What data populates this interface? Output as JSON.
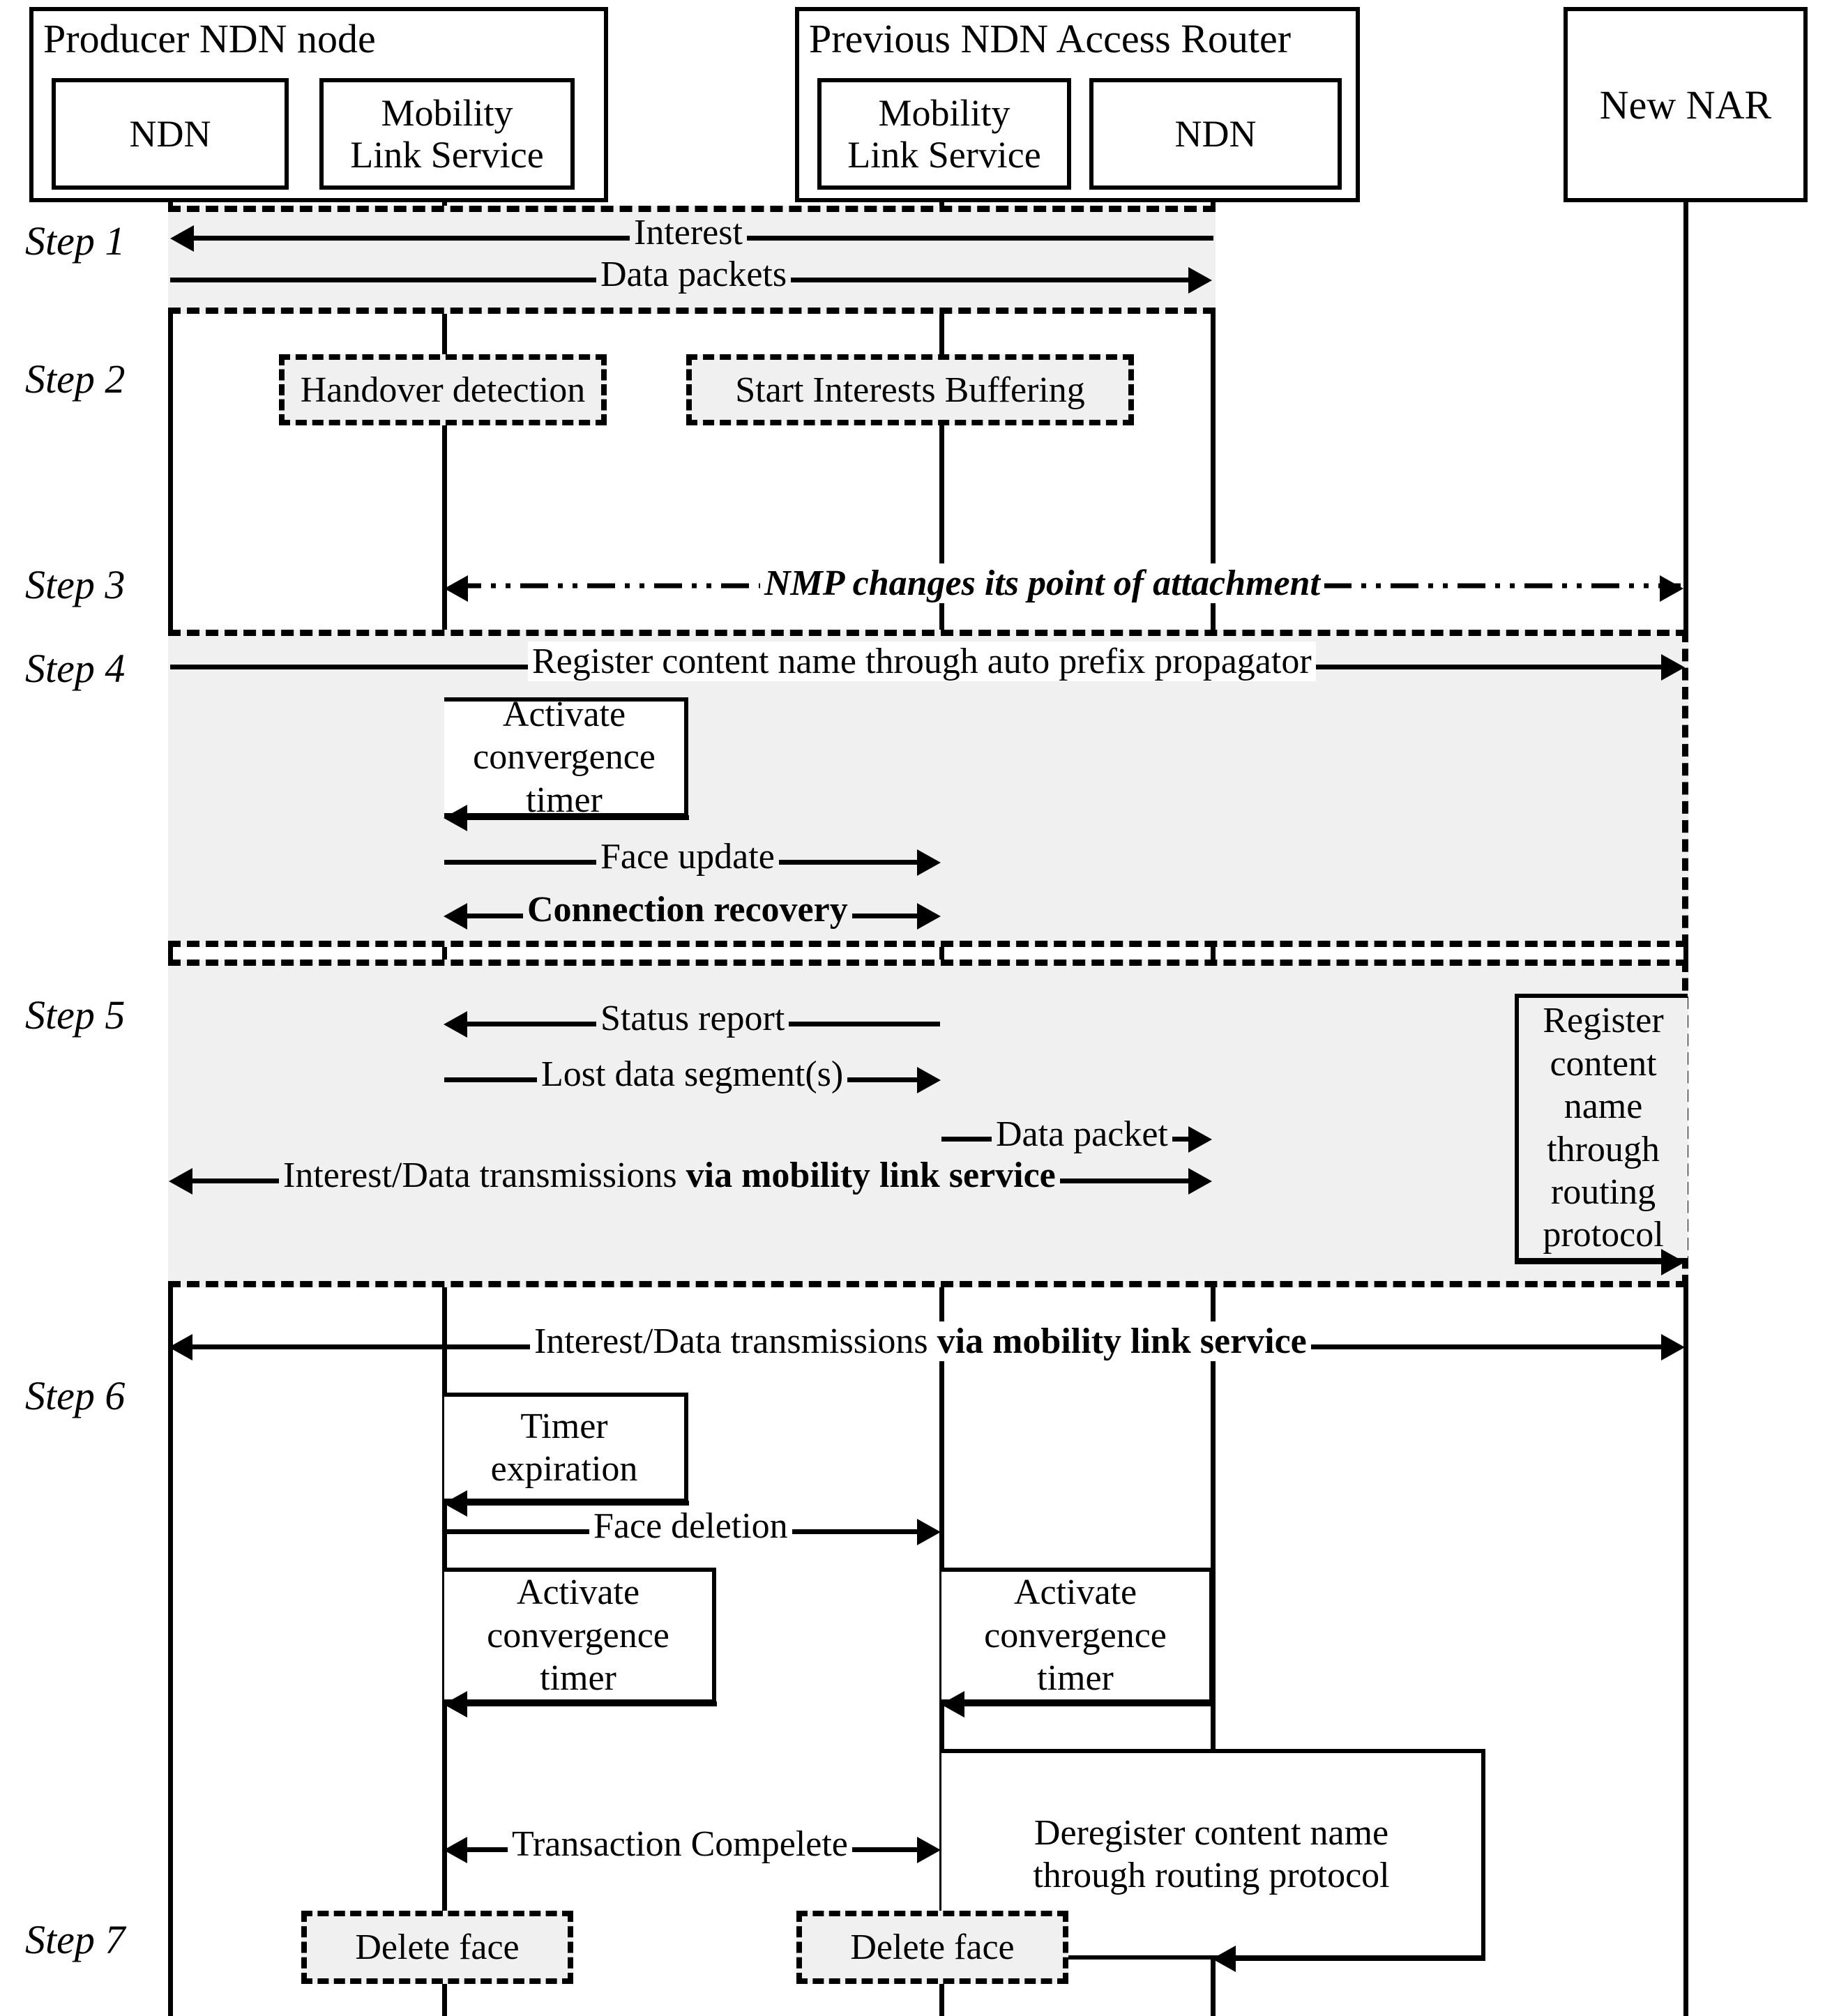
{
  "diagram": {
    "title": "NDN producer mobility handover sequence diagram",
    "type": "sequence-diagram"
  },
  "participants": [
    {
      "id": "producer",
      "label": "Producer NDN node",
      "lanes": [
        {
          "id": "producer-ndn",
          "label": "NDN"
        },
        {
          "id": "producer-mls",
          "label": "Mobility\nLink Service"
        }
      ]
    },
    {
      "id": "pnar",
      "label": "Previous NDN Access Router",
      "lanes": [
        {
          "id": "pnar-mls",
          "label": "Mobility\nLink Service"
        },
        {
          "id": "pnar-ndn",
          "label": "NDN"
        }
      ]
    },
    {
      "id": "nnar",
      "label": "New NAR",
      "lanes": []
    }
  ],
  "lane_labels": {
    "producer_ndn": "NDN",
    "producer_mls_line1": "Mobility",
    "producer_mls_line2": "Link Service",
    "pnar_mls_line1": "Mobility",
    "pnar_mls_line2": "Link Service",
    "pnar_ndn": "NDN",
    "new_nar": "New NAR"
  },
  "steps": [
    {
      "id": "step1",
      "label": "Step 1"
    },
    {
      "id": "step2",
      "label": "Step 2"
    },
    {
      "id": "step3",
      "label": "Step 3"
    },
    {
      "id": "step4",
      "label": "Step 4"
    },
    {
      "id": "step5",
      "label": "Step 5"
    },
    {
      "id": "step6",
      "label": "Step 6"
    },
    {
      "id": "step7",
      "label": "Step 7"
    }
  ],
  "messages": {
    "interest": "Interest",
    "data_packets": "Data packets",
    "nmp_change": "NMP changes its point of attachment",
    "register_auto_prefix": "Register content name through auto prefix propagator",
    "face_update": "Face update",
    "connection_recovery": "Connection recovery",
    "status_report": "Status report",
    "lost_data_segments": "Lost data segment(s)",
    "data_packet": "Data packet",
    "interest_data_tx_a": "Interest/Data transmissions ",
    "interest_data_tx_a_bold": "via mobility link service",
    "interest_data_tx_b": "Interest/Data transmissions ",
    "interest_data_tx_b_bold": "via mobility link service",
    "face_deletion": "Face deletion",
    "transaction_complete": "Transaction Compelete"
  },
  "notes": {
    "handover_detection": "Handover detection",
    "start_interests_buffering": "Start Interests Buffering",
    "activate_convergence_timer_1_l1": "Activate",
    "activate_convergence_timer_1_l2": "convergence",
    "activate_convergence_timer_1_l3": "timer",
    "register_routing_l1": "Register",
    "register_routing_l2": "content",
    "register_routing_l3": "name",
    "register_routing_l4": "through",
    "register_routing_l5": "routing",
    "register_routing_l6": "protocol",
    "timer_expiration_l1": "Timer",
    "timer_expiration_l2": "expiration",
    "activate_convergence_timer_2_l1": "Activate",
    "activate_convergence_timer_2_l2": "convergence",
    "activate_convergence_timer_2_l3": "timer",
    "activate_convergence_timer_3_l1": "Activate",
    "activate_convergence_timer_3_l2": "convergence",
    "activate_convergence_timer_3_l3": "timer",
    "deregister_l1": "Deregister content name",
    "deregister_l2": "through routing protocol",
    "delete_face_left": "Delete face",
    "delete_face_right": "Delete face"
  },
  "colors": {
    "stroke": "#000000",
    "band_fill": "#f0f0f0",
    "page_bg": "#ffffff"
  }
}
